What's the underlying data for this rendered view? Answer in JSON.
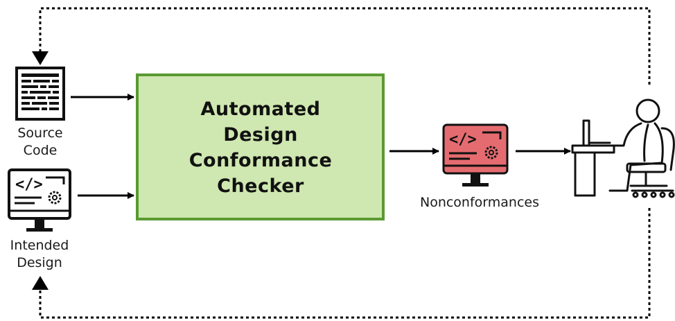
{
  "inputs": {
    "source_code_label": "Source\nCode",
    "intended_design_label": "Intended\nDesign"
  },
  "checker": {
    "title": "Automated\nDesign\nConformance\nChecker",
    "fill_color": "#cfe7b0",
    "border_color": "#5a9a32"
  },
  "output": {
    "nonconformances_label": "Nonconformances",
    "monitor_color": "#e46c70"
  },
  "icons": [
    "source-code-icon",
    "design-monitor-icon",
    "nonconformance-monitor-icon",
    "developer-at-desk-icon"
  ]
}
